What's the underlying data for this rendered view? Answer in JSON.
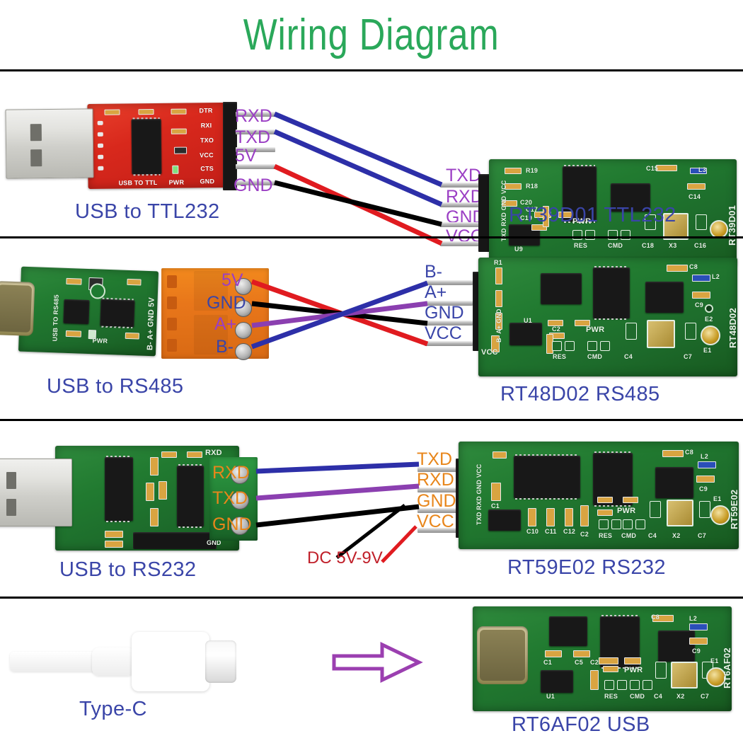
{
  "title": "Wiring Diagram",
  "colors": {
    "title_green": "#2aa85a",
    "caption_blue": "#3a45a8",
    "label_purple": "#9b3fc4",
    "label_orange": "#e8861b",
    "label_red": "#c0202a",
    "wire_blue": "#2d2fa8",
    "wire_red": "#e01b20",
    "wire_black": "#000000",
    "wire_purple": "#8b3fb0"
  },
  "rows": [
    {
      "id": "row-ttl232",
      "left": {
        "caption": "USB to TTL232",
        "board_kind": "usb-to-ttl-red",
        "pin_labels": [
          "RXD",
          "TXD",
          "5V",
          "GND"
        ],
        "silkscreen": [
          "DTR",
          "RXI",
          "TXO",
          "VCC",
          "CTS",
          "GND",
          "USB TO TTL",
          "PWR"
        ]
      },
      "right": {
        "caption": "RT39D01 TTL232",
        "board_kind": "rt39d01-green",
        "pin_labels": [
          "TXD",
          "RXD",
          "GND",
          "VCC"
        ],
        "silkscreen": [
          "R19",
          "R18",
          "C20",
          "C17",
          "C19",
          "C15",
          "C14",
          "L3",
          "PWR",
          "RES",
          "CMD",
          "C18",
          "X3",
          "C16",
          "U9",
          "TXD RXD GND VCC",
          "RT39D01"
        ]
      },
      "wire_colors": [
        "#2d2fa8",
        "#2d2fa8",
        "#e01b20",
        "#000000"
      ]
    },
    {
      "id": "row-rs485",
      "left": {
        "caption": "USB to RS485",
        "board_kind": "usb-to-rs485-green",
        "pin_labels": [
          "5V",
          "GND",
          "A+",
          "B-"
        ],
        "silkscreen": [
          "USB TO RS485",
          "PWR",
          "B-",
          "A+",
          "GND",
          "5V"
        ]
      },
      "right": {
        "caption": "RT48D02 RS485",
        "board_kind": "rt48d02-green",
        "pin_labels": [
          "B-",
          "A+",
          "GND",
          "VCC"
        ],
        "silkscreen": [
          "R1",
          "U1",
          "C2",
          "C4",
          "C7",
          "C8",
          "C9",
          "L2",
          "E1",
          "E2",
          "PWR",
          "RES",
          "CMD",
          "VCC",
          "B- A+ GND",
          "RT48D02"
        ]
      },
      "wire_colors": [
        "#e01b20",
        "#000000",
        "#8b3fb0",
        "#2d2fa8"
      ]
    },
    {
      "id": "row-rs232",
      "left": {
        "caption": "USB to RS232",
        "board_kind": "usb-to-rs232-green",
        "pin_labels": [
          "RXD",
          "TXD",
          "GND"
        ],
        "silkscreen": [
          "RXD",
          "GND"
        ],
        "note": "DC 5V-9V"
      },
      "right": {
        "caption": "RT59E02 RS232",
        "board_kind": "rt59e02-green",
        "pin_labels": [
          "TXD",
          "RXD",
          "GND",
          "VCC"
        ],
        "silkscreen": [
          "C1",
          "C2",
          "C10",
          "C11",
          "C12",
          "C4",
          "C7",
          "C8",
          "C9",
          "L2",
          "E1",
          "X2",
          "PWR",
          "RES",
          "CMD",
          "TXD RXD GND VCC",
          "RT59E02"
        ]
      },
      "wire_colors": [
        "#2d2fa8",
        "#8b3fb0",
        "#000000",
        "#e01b20"
      ]
    },
    {
      "id": "row-usb",
      "left": {
        "caption": "Type-C",
        "board_kind": "type-c-cable",
        "pin_labels": [],
        "silkscreen": []
      },
      "right": {
        "caption": "RT6AF02 USB",
        "board_kind": "rt6af02-green",
        "pin_labels": [],
        "silkscreen": [
          "C1",
          "C2",
          "C5",
          "C4",
          "C7",
          "C8",
          "C9",
          "L2",
          "E1",
          "U1",
          "X2",
          "PWR",
          "RES",
          "CMD",
          "RT6AF02"
        ]
      },
      "wire_colors": []
    }
  ],
  "labels": {
    "r1_l_rxd": "RXD",
    "r1_l_txd": "TXD",
    "r1_l_5v": "5V",
    "r1_l_gnd": "GND",
    "r1_r_txd": "TXD",
    "r1_r_rxd": "RXD",
    "r1_r_gnd": "GND",
    "r1_r_vcc": "VCC",
    "r2_l_5v": "5V",
    "r2_l_gnd": "GND",
    "r2_l_ap": "A+",
    "r2_l_bm": "B-",
    "r2_r_bm": "B-",
    "r2_r_ap": "A+",
    "r2_r_gnd": "GND",
    "r2_r_vcc": "VCC",
    "r3_l_rxd": "RXD",
    "r3_l_txd": "TXD",
    "r3_l_gnd": "GND",
    "r3_r_txd": "TXD",
    "r3_r_rxd": "RXD",
    "r3_r_gnd": "GND",
    "r3_r_vcc": "VCC",
    "r3_note": "DC 5V-9V"
  },
  "captions": {
    "c1l": "USB to TTL232",
    "c1r": "RT39D01 TTL232",
    "c2l": "USB to RS485",
    "c2r": "RT48D02 RS485",
    "c3l": "USB to RS232",
    "c3r": "RT59E02 RS232",
    "c4l": "Type-C",
    "c4r": "RT6AF02 USB"
  },
  "silk": {
    "dtr": "DTR",
    "rxi": "RXI",
    "txo": "TXO",
    "vcc": "VCC",
    "cts": "CTS",
    "gnd": "GND",
    "usb_to_ttl": "USB TO TTL",
    "pwr": "PWR",
    "r19": "R19",
    "r18": "R18",
    "c20": "C20",
    "c17": "C17",
    "c19": "C19",
    "c15": "C15",
    "c14": "C14",
    "l3": "L3",
    "res": "RES",
    "cmd": "CMD",
    "c18": "C18",
    "x3": "X3",
    "c16": "C16",
    "u9": "U9",
    "txd_rxd_gnd_vcc": "TXD RXD GND VCC",
    "rt39d01": "RT39D01",
    "usb_to_rs485": "USB TO RS485",
    "bm_ap_gnd_5v": "B- A+ GND 5V",
    "r1": "R1",
    "u1": "U1",
    "c2": "C2",
    "c4": "C4",
    "c7": "C7",
    "c8": "C8",
    "c9": "C9",
    "l2": "L2",
    "e1": "E1",
    "e2": "E2",
    "bm_ap_gnd": "B- A+ GND",
    "rt48d02": "RT48D02",
    "rxd": "RXD",
    "c1": "C1",
    "c10": "C10",
    "c11": "C11",
    "c12": "C12",
    "x2": "X2",
    "rt59e02": "RT59E02",
    "c5": "C5",
    "rt6af02": "RT6AF02"
  }
}
